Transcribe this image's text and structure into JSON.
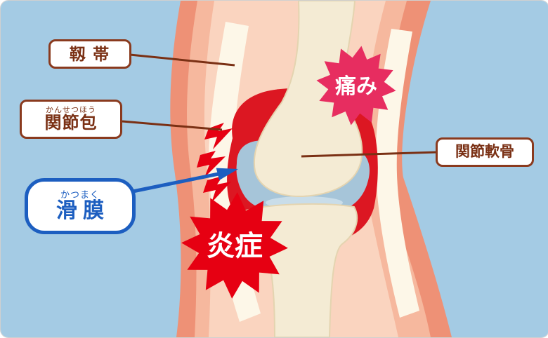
{
  "labels": {
    "ligament": {
      "text": "靱 帯"
    },
    "joint_capsule": {
      "furigana": "かんせつほう",
      "text": "関節包"
    },
    "synovium": {
      "furigana": "かつまく",
      "text": "滑 膜"
    },
    "cartilage": {
      "text": "関節軟骨"
    },
    "pain": {
      "text": "痛み"
    },
    "inflammation": {
      "text": "炎症"
    }
  },
  "colors": {
    "background": "#a4cbe4",
    "skin_outer": "#ee9176",
    "skin_mid": "#f6b89e",
    "skin_light": "#fad4bf",
    "ligament_band": "#fdf7e8",
    "bone": "#f4ebd4",
    "cartilage": "#a6c5d9",
    "cartilage_highlight": "#c9dde9",
    "capsule_red": "#dc1722",
    "bolt_red": "#e60012",
    "burst_pain": "#e72d60",
    "burst_inflammation": "#e60012",
    "label_brown": "#7a3014",
    "label_blue": "#1c5ec0",
    "white": "#ffffff"
  }
}
